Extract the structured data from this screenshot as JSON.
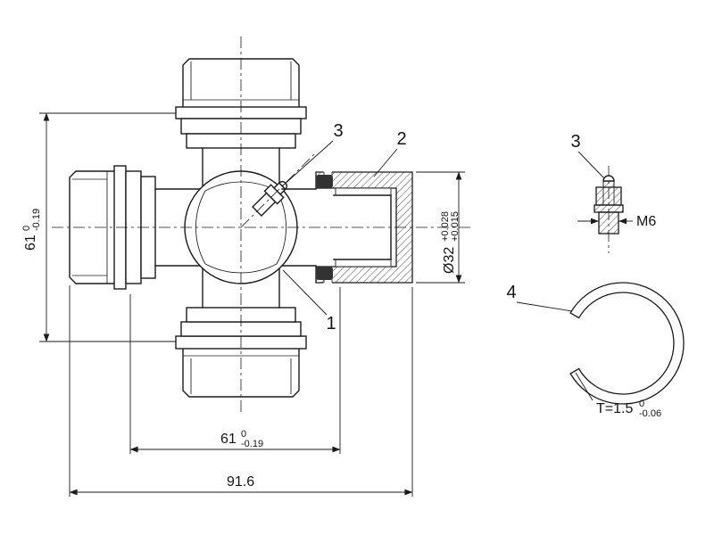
{
  "colors": {
    "line": "#1b1b1b",
    "background": "#ffffff",
    "seal_fill": "#333333",
    "hatch_line": "#4a4a4a"
  },
  "parts": {
    "balloon_1": "1",
    "balloon_2": "2",
    "balloon_3": "3",
    "balloon_3_detail": "3",
    "balloon_4": "4"
  },
  "dimensions": {
    "height_61": {
      "value": "61",
      "tol_upper": "0",
      "tol_lower": "-0.19"
    },
    "width_61": {
      "value": "61",
      "tol_upper": "0",
      "tol_lower": "-0.19"
    },
    "overall_width": {
      "value": "91.6"
    },
    "cup_diameter": {
      "value": "Ø32",
      "tol_upper": "+0.028",
      "tol_lower": "+0.015"
    },
    "thread": {
      "value": "M6"
    },
    "ring_thickness": {
      "value": "T=1.5",
      "tol_upper": "0",
      "tol_lower": "-0.06"
    }
  }
}
